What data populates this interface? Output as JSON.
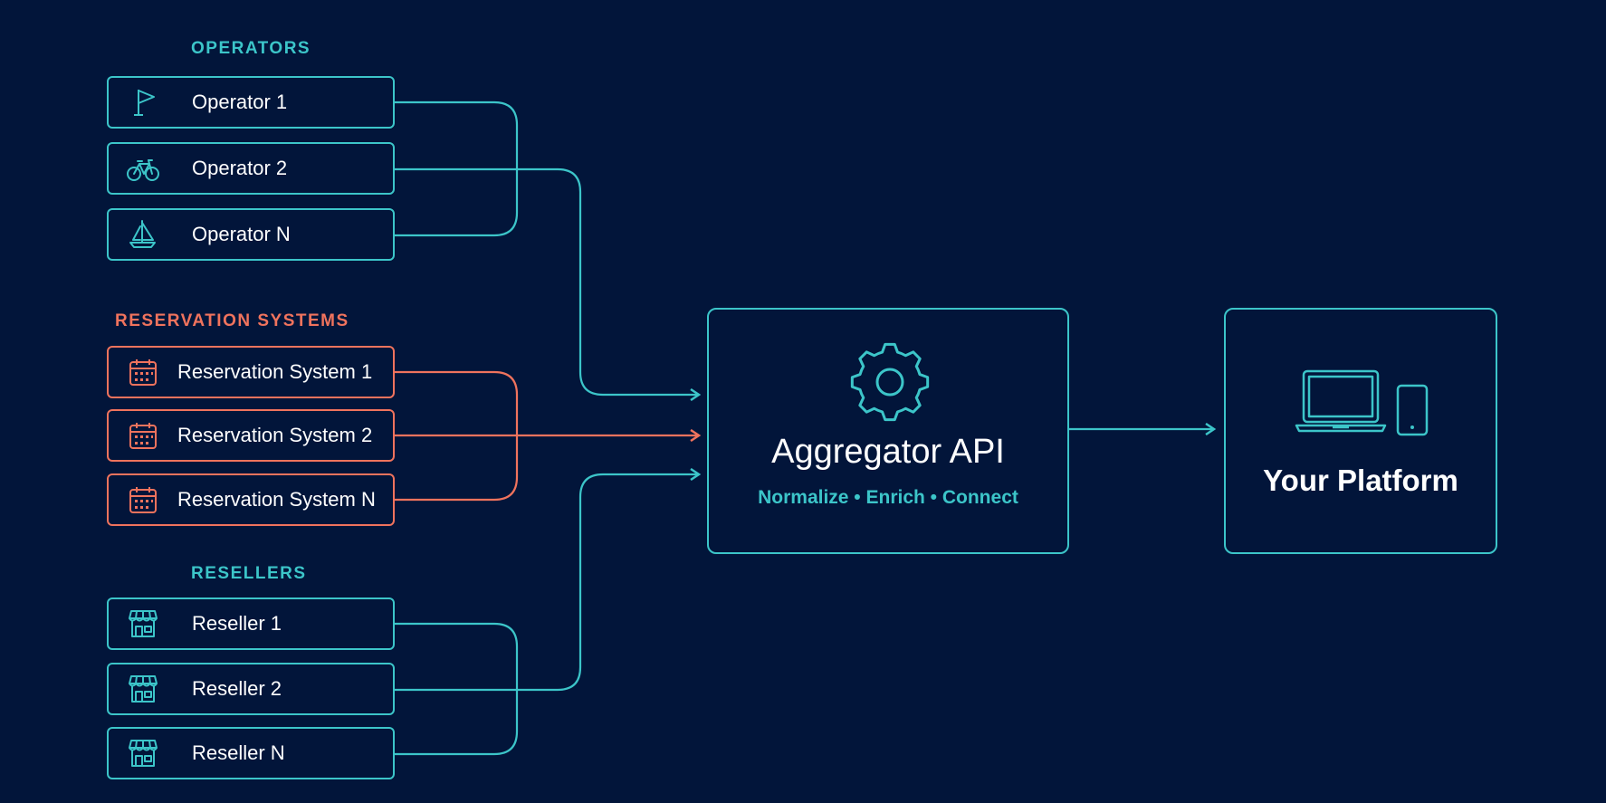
{
  "groups": {
    "operators": {
      "title": "OPERATORS",
      "items": [
        {
          "label": "Operator 1",
          "icon": "flag-icon"
        },
        {
          "label": "Operator 2",
          "icon": "bicycle-icon"
        },
        {
          "label": "Operator N",
          "icon": "sailboat-icon"
        }
      ]
    },
    "reservation_systems": {
      "title": "RESERVATION SYSTEMS",
      "items": [
        {
          "label": "Reservation System 1",
          "icon": "calendar-icon"
        },
        {
          "label": "Reservation System 2",
          "icon": "calendar-icon"
        },
        {
          "label": "Reservation System N",
          "icon": "calendar-icon"
        }
      ]
    },
    "resellers": {
      "title": "RESELLERS",
      "items": [
        {
          "label": "Reseller 1",
          "icon": "storefront-icon"
        },
        {
          "label": "Reseller 2",
          "icon": "storefront-icon"
        },
        {
          "label": "Reseller N",
          "icon": "storefront-icon"
        }
      ]
    }
  },
  "hub": {
    "title": "Aggregator API",
    "subtitle": "Normalize • Enrich • Connect",
    "icon": "gear-icon"
  },
  "target": {
    "title": "Your Platform",
    "icon": "devices-icon"
  },
  "colors": {
    "background": "#02153a",
    "teal": "#3cc5c9",
    "coral": "#f0735d",
    "text": "#ffffff"
  }
}
